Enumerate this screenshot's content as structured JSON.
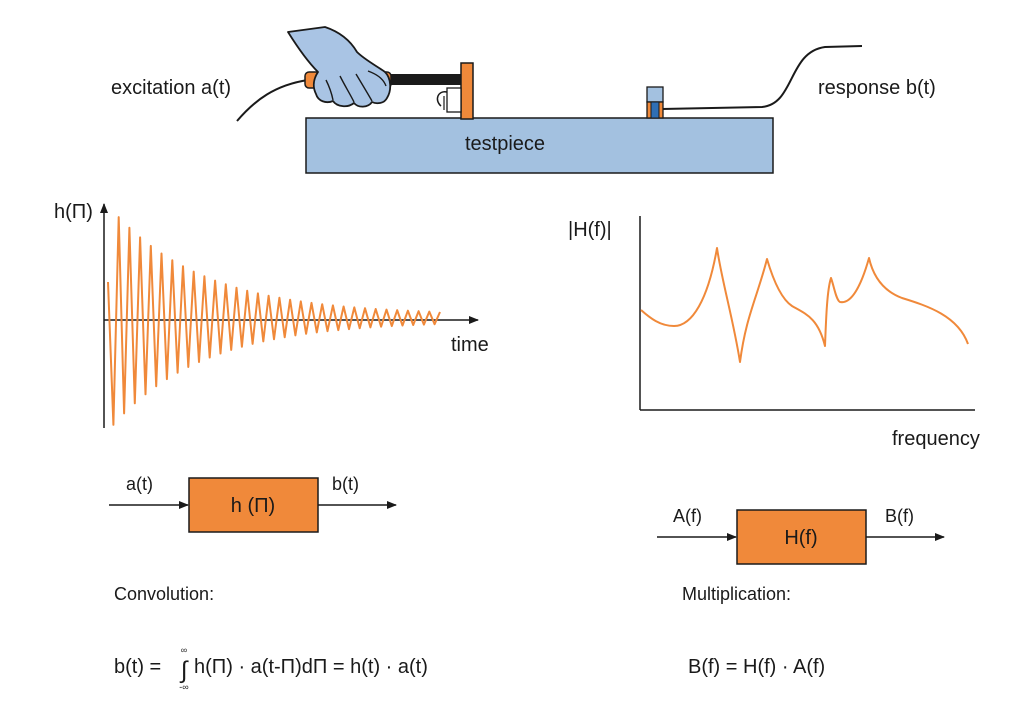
{
  "setup": {
    "excitation_label": "excitation a(t)",
    "response_label": "response b(t)",
    "testpiece_label": "testpiece"
  },
  "impulse_plot": {
    "ylabel": "h(Π)",
    "xlabel": "time"
  },
  "frf_plot": {
    "ylabel": "|H(f)|",
    "xlabel": "frequency"
  },
  "time_block": {
    "input_label": "a(t)",
    "box_label": "h (Π)",
    "output_label": "b(t)"
  },
  "freq_block": {
    "input_label": "A(f)",
    "box_label": "H(f)",
    "output_label": "B(f)"
  },
  "convolution": {
    "heading": "Convolution:",
    "eq_lhs": "b(t) =",
    "upper_limit": "∞",
    "integral_sign": "∫",
    "lower_limit": "-∞",
    "eq_rhs": "h(Π) · a(t-Π)dΠ = h(t) · a(t)"
  },
  "multiplication": {
    "heading": "Multiplication:",
    "equation": "B(f) = H(f) · A(f)"
  },
  "colors": {
    "orange": "#f0893a",
    "testpiece": "#a3c1e0",
    "glove": "#a9c4e4",
    "sensor_blue": "#2f6fb5",
    "stroke": "#1a1a1a"
  }
}
